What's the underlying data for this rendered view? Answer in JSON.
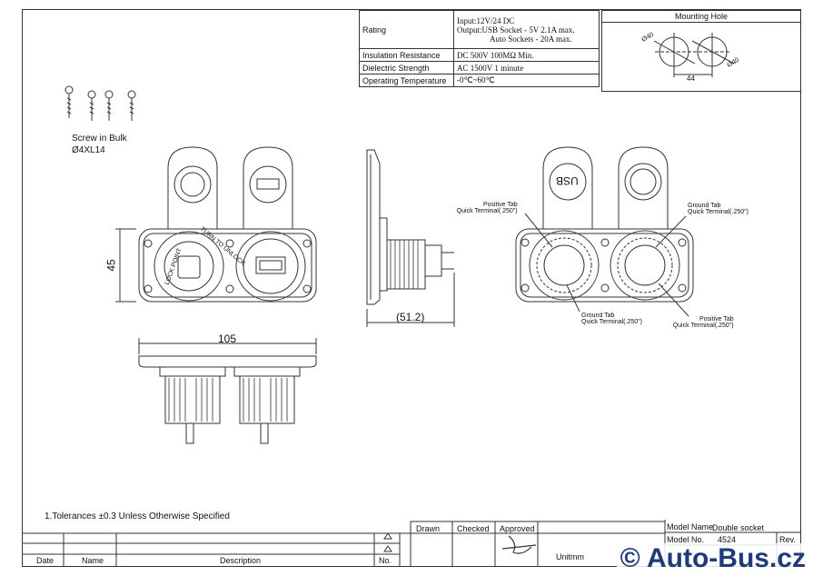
{
  "spec": {
    "rows": [
      {
        "label": "Rating",
        "value_lines": [
          "Input:12V/24 DC",
          "Output:USB Socket -  5V 2.1A max.",
          "Auto Sockets - 20A max."
        ]
      },
      {
        "label": "Insulation Resistance",
        "value_lines": [
          "DC 500V 100MΩ Min."
        ]
      },
      {
        "label": "Dielectric Strength",
        "value_lines": [
          "AC 1500V 1 minute"
        ]
      },
      {
        "label": "Operating Temperature",
        "value_lines": [
          "-0℃~60℃"
        ]
      }
    ]
  },
  "mounting_hole": {
    "title": "Mounting Hole",
    "diameter_left": "Ø40",
    "diameter_right": "Ø40",
    "spacing": "44"
  },
  "screws": {
    "label": "Screw in Bulk",
    "size": "Ø4XL14"
  },
  "front_view": {
    "height_dim": "45",
    "socket_text_top": "TURN TO UNLOCK",
    "socket_text_bottom": "LOCK POINT"
  },
  "bottom_view": {
    "width_dim": "105"
  },
  "side_view": {
    "depth_dim": "(51.2)"
  },
  "rear_view": {
    "cap_text": "USB",
    "positive_tab_left": [
      "Positive Tab",
      "Quick Terminal(.250\")"
    ],
    "ground_tab_right": [
      "Ground Tab",
      "Quick Terminal(.250\")"
    ],
    "ground_tab_bottom": [
      "Ground Tab",
      "Quick Terminal(.250\")"
    ],
    "positive_tab_right": [
      "Positive Tab",
      "Quick Terminal(.250\")"
    ]
  },
  "notes": {
    "tolerance": "1.Tolerances ±0.3 Unless Otherwise Specified"
  },
  "title_block": {
    "date": "Date",
    "name": "Name",
    "description": "Description",
    "no": "No.",
    "drawn": "Drawn",
    "checked": "Checked",
    "approved": "Approved",
    "unit": "Unit",
    "unit_value": "mm",
    "model_name_label": "Model Name",
    "model_name_value": "Double socket",
    "model_no_label": "Model No.",
    "model_no_value": "4524",
    "rev": "Rev."
  },
  "watermark": "© Auto-Bus.cz"
}
